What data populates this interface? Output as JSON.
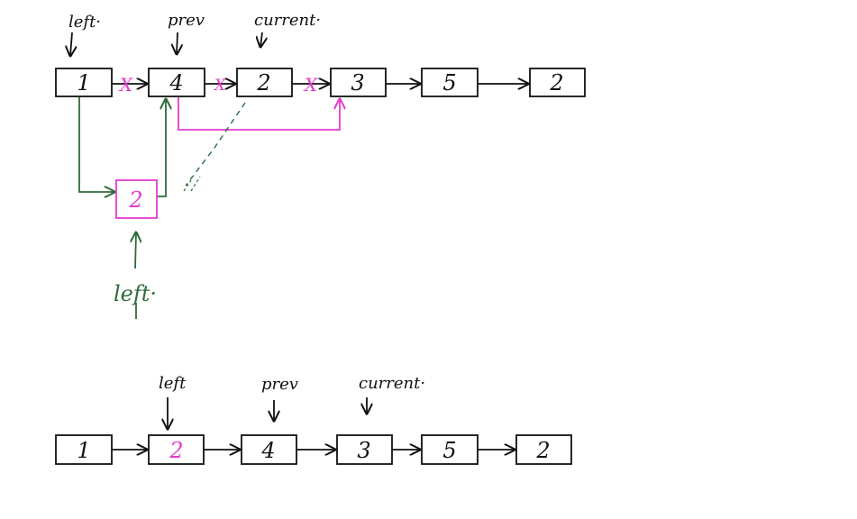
{
  "colors": {
    "ink": "#111111",
    "pink": "#e33ccf",
    "green": "#2f6b3a"
  },
  "top": {
    "nodes": [
      {
        "value": "1"
      },
      {
        "value": "4"
      },
      {
        "value": "2"
      },
      {
        "value": "3"
      },
      {
        "value": "5"
      },
      {
        "value": "2"
      }
    ],
    "pointers": {
      "left": "left·",
      "prev": "prev",
      "current": "current·"
    },
    "moved_node": {
      "value": "2"
    },
    "new_left_label": "left·",
    "cross_mark": "X"
  },
  "bottom": {
    "nodes": [
      {
        "value": "1"
      },
      {
        "value": "2",
        "highlight": true
      },
      {
        "value": "4"
      },
      {
        "value": "3"
      },
      {
        "value": "5"
      },
      {
        "value": "2"
      }
    ],
    "pointers": {
      "left": "left",
      "prev": "prev",
      "current": "current·"
    }
  }
}
